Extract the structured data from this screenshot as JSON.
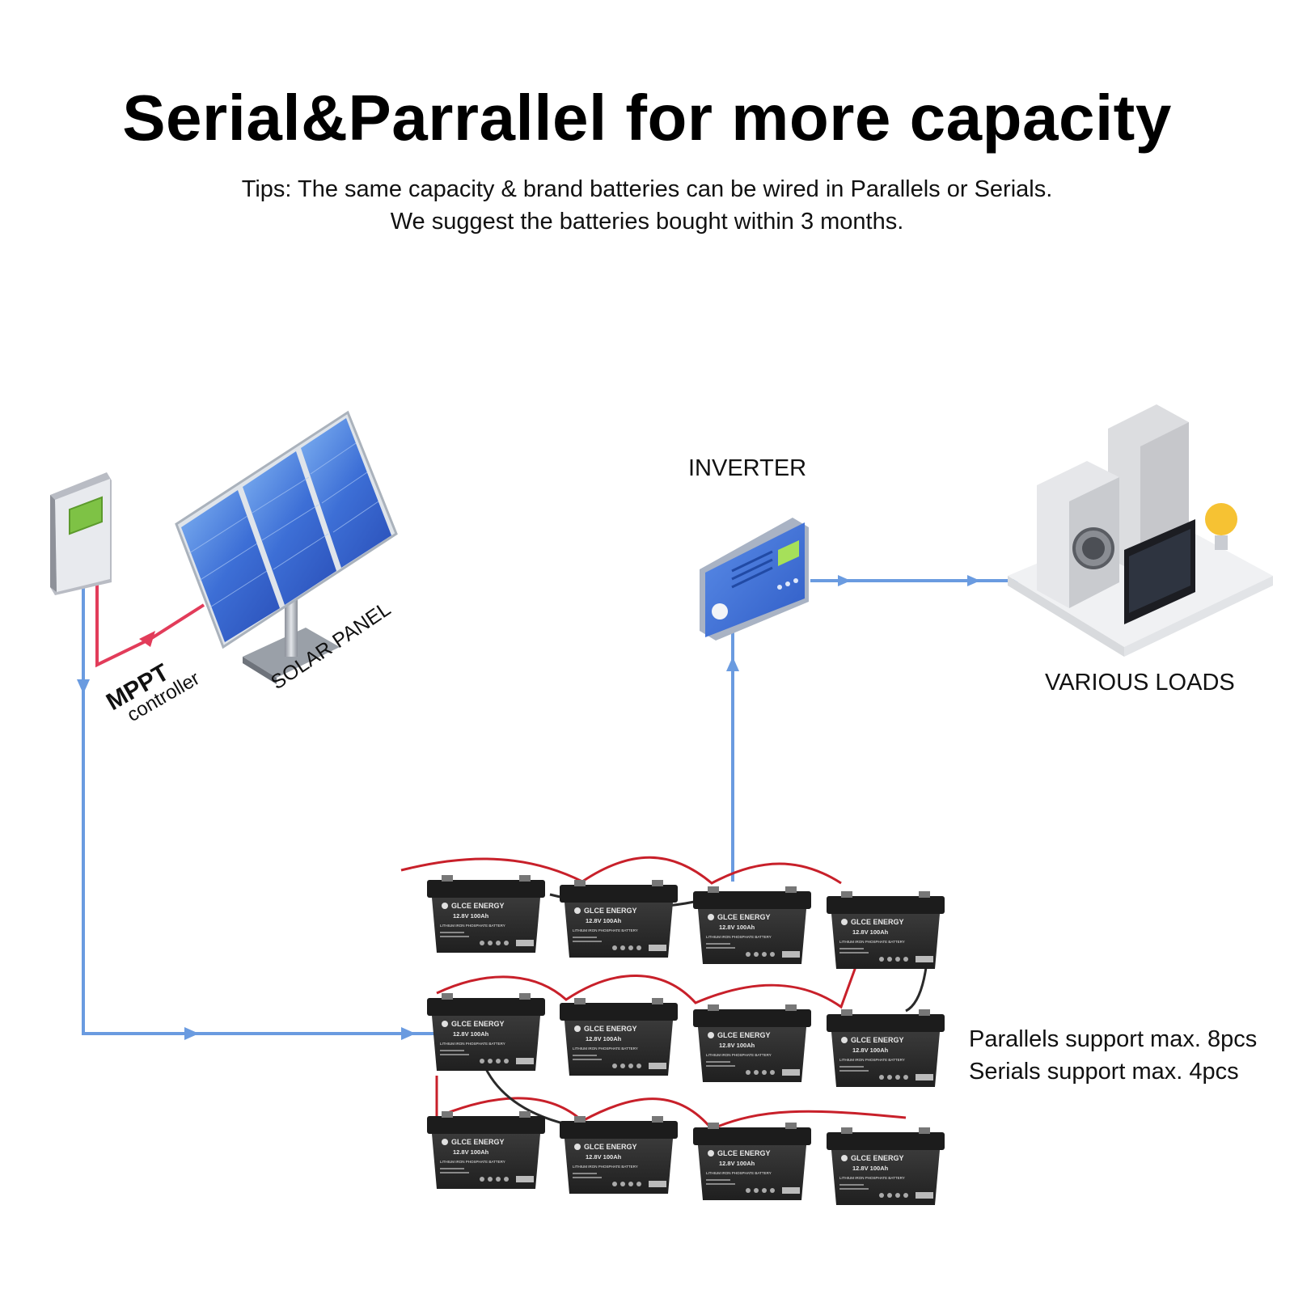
{
  "header": {
    "title": "Serial&Parrallel for more capacity",
    "tips_line1": "Tips: The same capacity & brand batteries can be wired in Parallels or Serials.",
    "tips_line2": "We suggest the batteries bought within 3 months."
  },
  "labels": {
    "inverter": "INVERTER",
    "various_loads": "VARIOUS LOADS",
    "solar_panel": "SOLAR PANEL",
    "mppt": "MPPT",
    "controller": "controller",
    "parallels_support": "Parallels support max. 8pcs",
    "serials_support": "Serials support max. 4pcs"
  },
  "battery": {
    "brand": "GLCE ENERGY",
    "rating": "12.8V 100Ah",
    "type": "LITHIUM IRON PHOSPHATE BATTERY",
    "rows": 3,
    "cols": 4
  },
  "colors": {
    "dc_wire": "#6a9be0",
    "positive_wire": "#e23c5a",
    "battery_body": "#2b2b2b",
    "panel_cell": "#3d6fd6"
  },
  "icons": [
    "mppt-controller-icon",
    "solar-panel-icon",
    "inverter-icon",
    "appliances-icon",
    "battery-icon"
  ]
}
